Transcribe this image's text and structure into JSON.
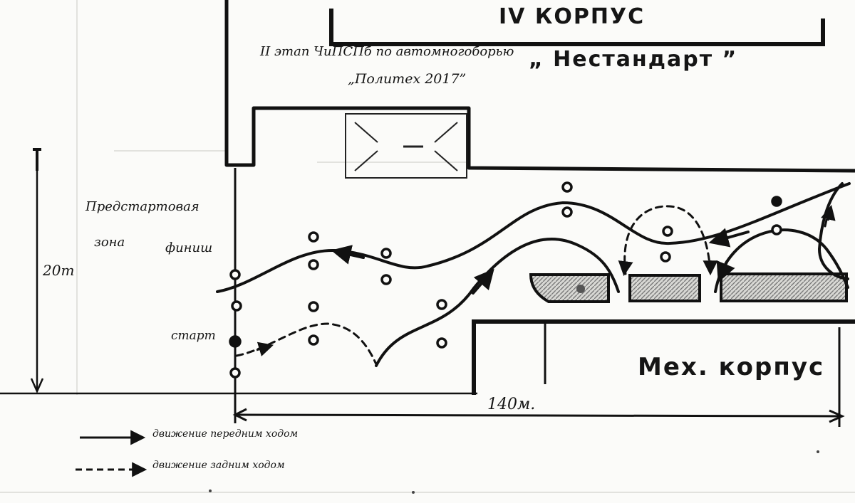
{
  "diagram": {
    "building_iv": "IV КОРПУС",
    "title_line1": "II этап ЧиПСПб по автомногоборью",
    "title_quote": "„ Нестандарт ”",
    "title_line2": "„Политех 2017”",
    "prestart_line1": "Предстартовая",
    "prestart_line2": "зона",
    "finish": "финиш",
    "start": "старт",
    "width_label": "20m",
    "length_label": "140м.",
    "mech_building": "Мех. корпус"
  },
  "legend": {
    "forward": "движение передним ходом",
    "reverse": "движение задним ходом"
  },
  "colors": {
    "ink": "#111111",
    "paper": "#fbfbf9",
    "hatch": "#8a8a8a"
  }
}
